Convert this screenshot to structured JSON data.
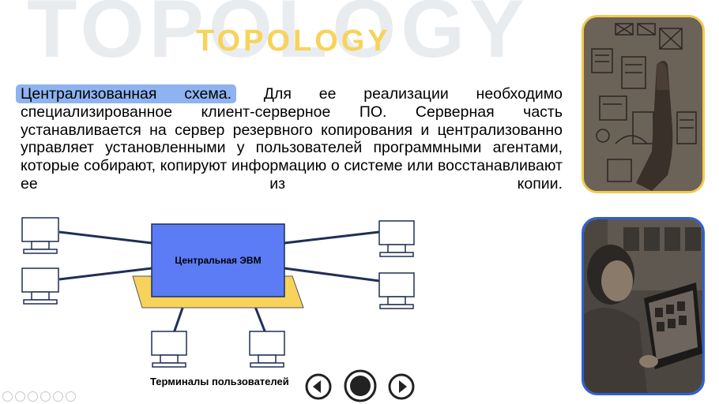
{
  "slide": {
    "bg_title": "TOPOLOGY",
    "title": "TOPOLOGY",
    "highlight": "Централизованная схема.",
    "body": " Для ее реализации необходимо специализированное клиент-серверное ПО. Серверная часть устанавливается на сервер резервного копирования и централизованно управляет установленными у пользователей программными агентами, которые собирают, копируют информацию о системе или восстанавливают ее из копии."
  },
  "diagram": {
    "central_label": "Центральная ЭВМ",
    "terminals_label": "Терминалы пользователей"
  },
  "photos": {
    "top": "whiteboard-sketch-photo",
    "bottom": "woman-laptop-photo"
  },
  "colors": {
    "title": "#f7d35c",
    "highlight": "#8fb3f0",
    "central_box": "#5b7cf5",
    "platform": "#f7d35c",
    "lines": "#1f2f55",
    "photo_top_border": "#f2c94c",
    "photo_bottom_border": "#2f5fd6"
  },
  "controls": {
    "prev_icon": "chevron-left-icon",
    "home_icon": "circle-icon",
    "next_icon": "chevron-right-icon"
  }
}
